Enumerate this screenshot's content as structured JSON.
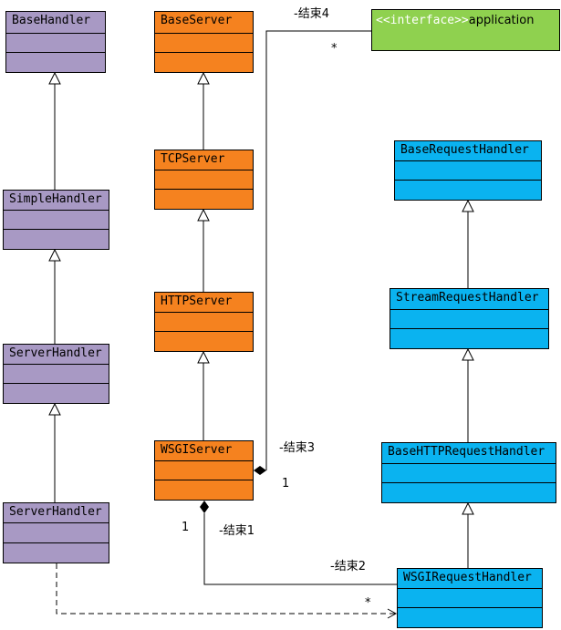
{
  "colors": {
    "left_column": "#a899c4",
    "server_column": "#f5821f",
    "handler_column": "#0ab3f0",
    "interface": "#8fd14f"
  },
  "classes": {
    "base_handler": "BaseHandler",
    "simple_handler": "SimpleHandler",
    "server_handler_1": "ServerHandler",
    "server_handler_2": "ServerHandler",
    "base_server": "BaseServer",
    "tcp_server": "TCPServer",
    "http_server": "HTTPServer",
    "wsgi_server": "WSGIServer",
    "base_request_handler": "BaseRequestHandler",
    "stream_request_handler": "StreamRequestHandler",
    "base_http_request_handler": "BaseHTTPRequestHandler",
    "wsgi_request_handler": "WSGIRequestHandler",
    "application_stereotype": "<<interface>>",
    "application_name": "application"
  },
  "associations": {
    "end1_role": "-结束1",
    "end1_multiplicity": "1",
    "end2_role": "-结束2",
    "end2_multiplicity": "*",
    "end3_role": "-结束3",
    "end3_multiplicity": "1",
    "end4_role": "-结束4",
    "end4_multiplicity": "*"
  }
}
